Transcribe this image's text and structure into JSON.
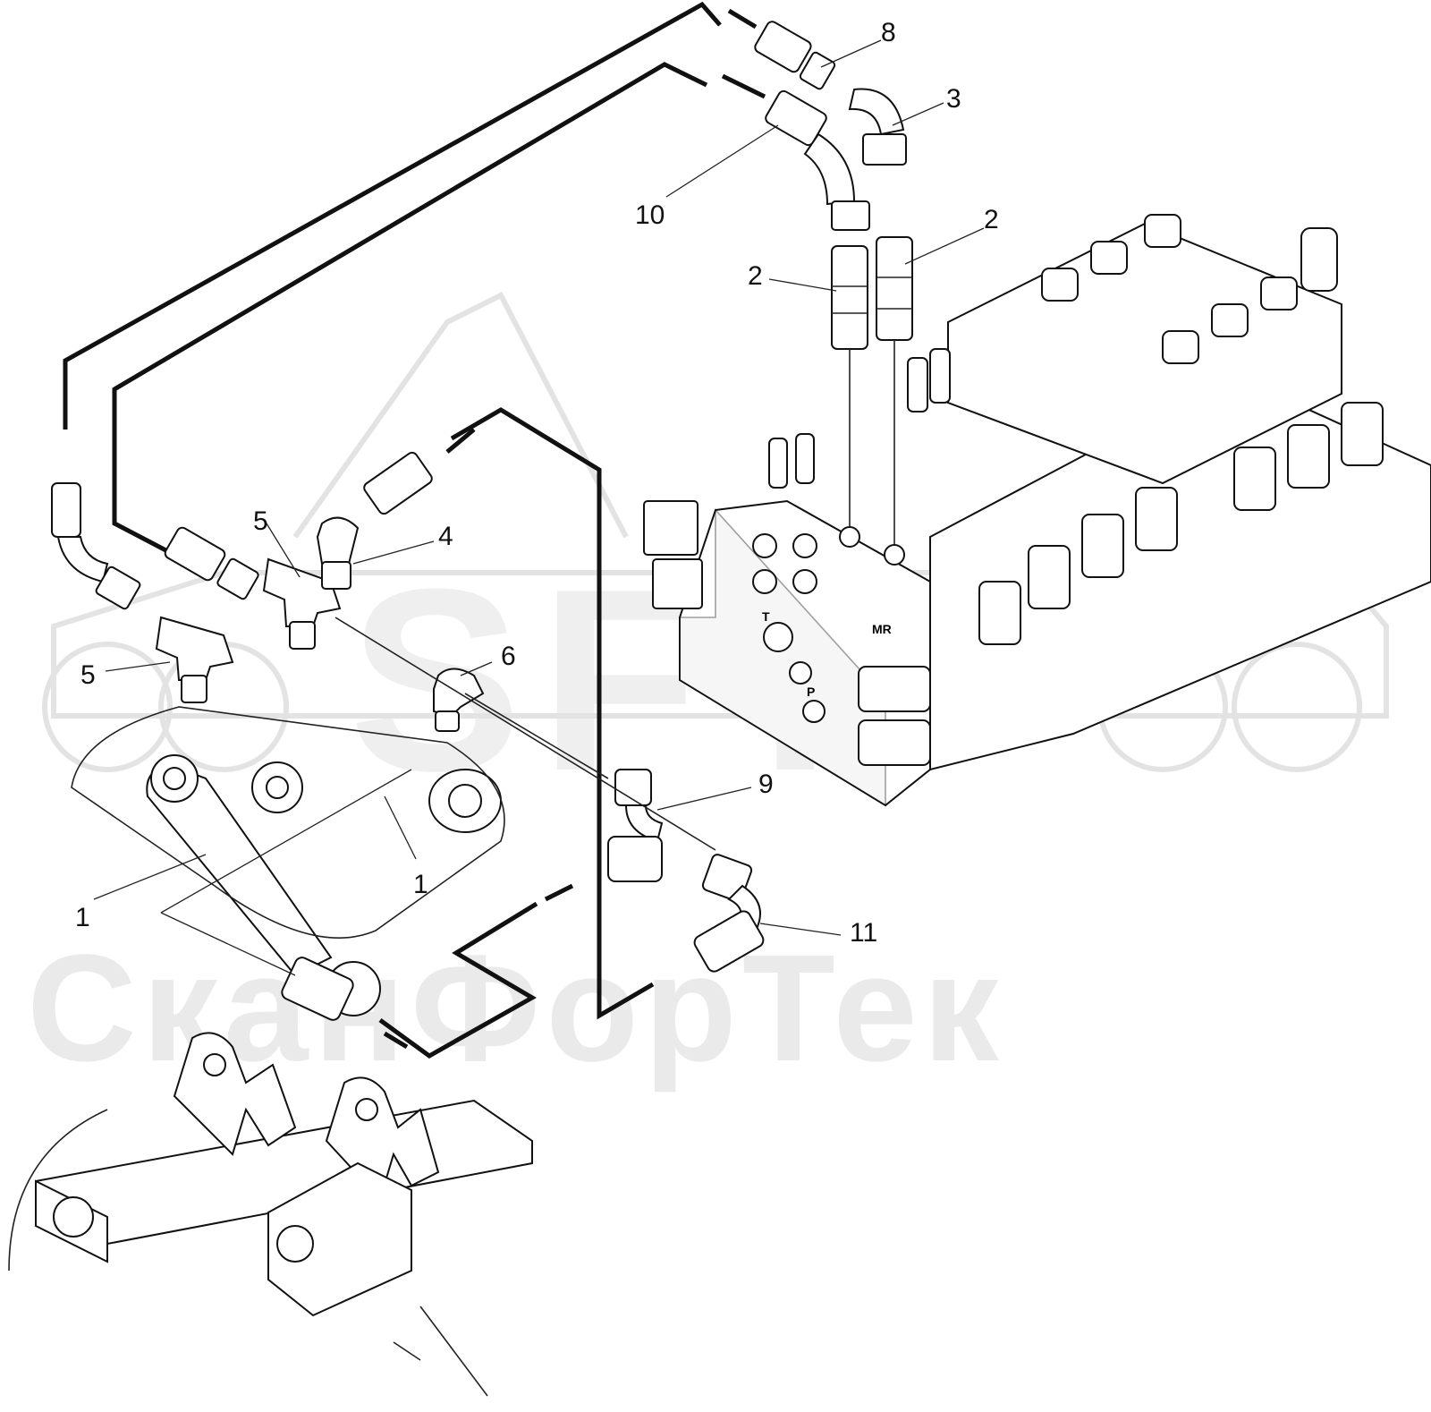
{
  "watermark": {
    "logo": "SFT",
    "brand": "СканФорТек",
    "color": "#d9d9d9"
  },
  "callouts": [
    {
      "id": "c8",
      "label": "8"
    },
    {
      "id": "c3",
      "label": "3"
    },
    {
      "id": "c10",
      "label": "10"
    },
    {
      "id": "c2a",
      "label": "2"
    },
    {
      "id": "c2b",
      "label": "2"
    },
    {
      "id": "c5a",
      "label": "5"
    },
    {
      "id": "c4",
      "label": "4"
    },
    {
      "id": "c5b",
      "label": "5"
    },
    {
      "id": "c6",
      "label": "6"
    },
    {
      "id": "c9",
      "label": "9"
    },
    {
      "id": "c1a",
      "label": "1"
    },
    {
      "id": "c1b",
      "label": "1"
    },
    {
      "id": "c11",
      "label": "11"
    }
  ],
  "valve_labels": {
    "t": "T",
    "p": "P",
    "mr": "MR"
  },
  "colors": {
    "line": "#111111",
    "background": "#ffffff"
  }
}
